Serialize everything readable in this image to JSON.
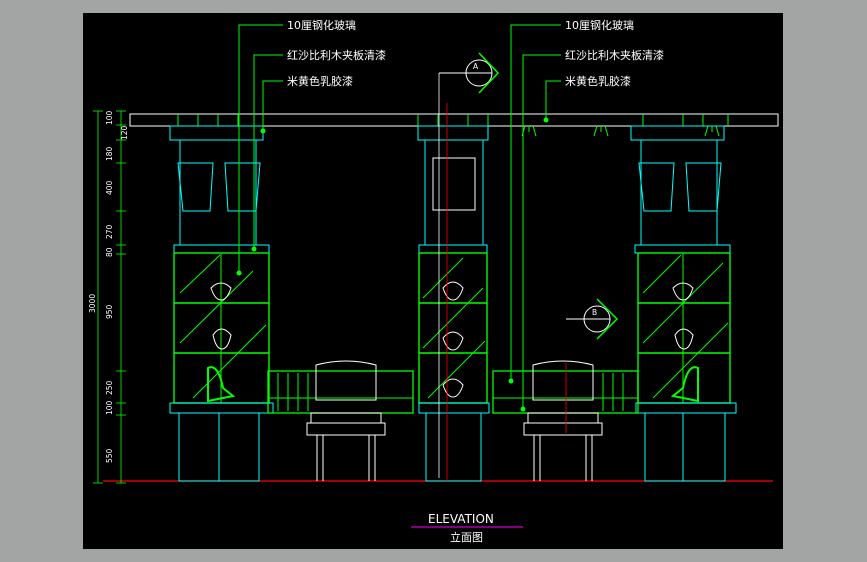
{
  "drawing": {
    "title": "ELEVATION",
    "subtitle": "立面图"
  },
  "callouts": {
    "left": [
      "10厘钢化玻璃",
      "红沙比利木夹板清漆",
      "米黄色乳胶漆"
    ],
    "right": [
      "10厘钢化玻璃",
      "红沙比利木夹板清漆",
      "米黄色乳胶漆"
    ]
  },
  "section_markers": [
    "A",
    "B"
  ],
  "dimensions": {
    "total": "3000",
    "segments": [
      "100",
      "120",
      "180",
      "400",
      "270",
      "80",
      "950",
      "250",
      "100",
      "550"
    ]
  },
  "colors": {
    "background": "#000000",
    "frame": "#a3a5a5",
    "cyan": "#00ffff",
    "green": "#00ff00",
    "white": "#ffffff",
    "red": "#ff0000",
    "title_underline": "#ff00ff"
  }
}
